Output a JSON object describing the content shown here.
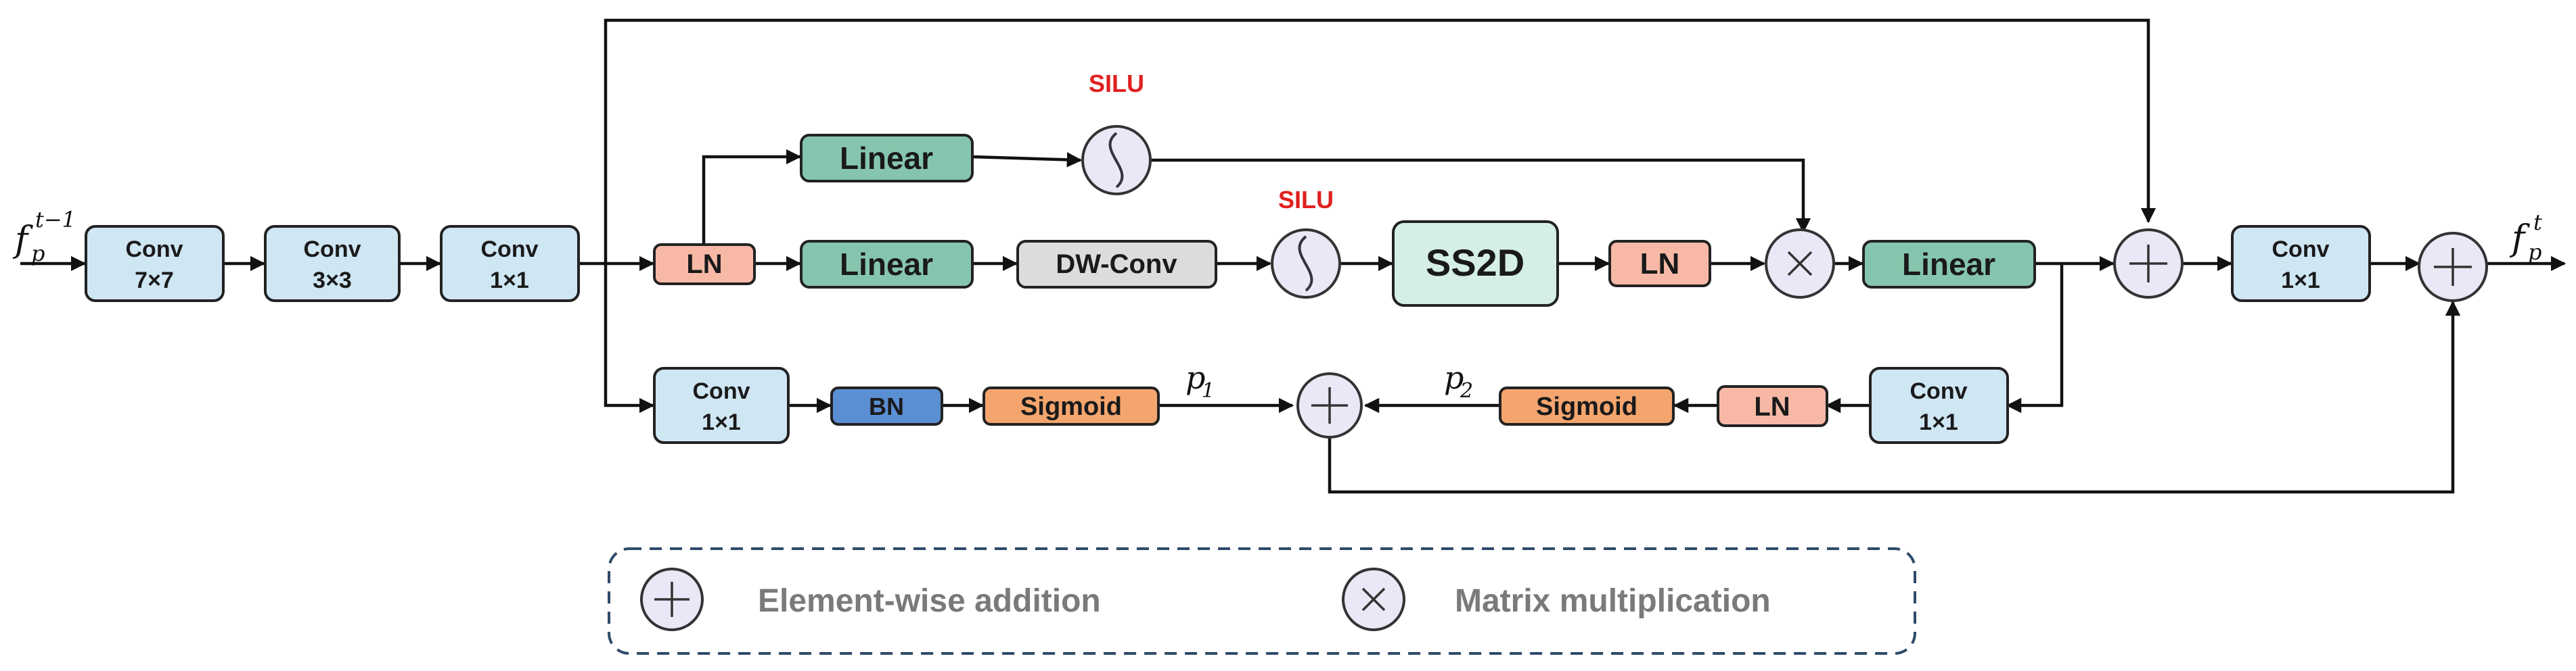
{
  "nodes": {
    "conv77": {
      "line1": "Conv",
      "line2": "7×7"
    },
    "conv33": {
      "line1": "Conv",
      "line2": "3×3"
    },
    "conv11_a": {
      "line1": "Conv",
      "line2": "1×1"
    },
    "ln_1": "LN",
    "linear_top": "Linear",
    "linear_mid": "Linear",
    "dwconv": "DW-Conv",
    "ss2d": "SS2D",
    "ln_2": "LN",
    "linear_right": "Linear",
    "conv11_out": {
      "line1": "Conv",
      "line2": "1×1"
    },
    "conv11_b": {
      "line1": "Conv",
      "line2": "1×1"
    },
    "bn": "BN",
    "sigmoid_1": "Sigmoid",
    "sigmoid_2": "Sigmoid",
    "ln_3": "LN",
    "conv11_c": {
      "line1": "Conv",
      "line2": "1×1"
    }
  },
  "activations": {
    "silu_top": "SILU",
    "silu_mid": "SILU"
  },
  "symbols": {
    "input": {
      "base": "f",
      "sub": "p",
      "sup": "t−1"
    },
    "output": {
      "base": "f",
      "sub": "p",
      "sup": "t"
    },
    "p1": {
      "base": "p",
      "sub": "1"
    },
    "p2": {
      "base": "p",
      "sub": "2"
    }
  },
  "legend": {
    "addition": "Element-wise addition",
    "multiplication": "Matrix multiplication"
  },
  "colors": {
    "conv_fill": "#cfe6f3",
    "ln_fill": "#f7b9a6",
    "linear_fill": "#86c5ad",
    "dwconv_fill": "#dcdcdc",
    "ss2d_fill": "#d6efe4",
    "bn_fill": "#5b8fd3",
    "sigmoid_fill": "#f4a56e",
    "circle_fill": "#e8e8f6",
    "silu_text": "#e02020",
    "legend_border": "#2f4a6a"
  }
}
